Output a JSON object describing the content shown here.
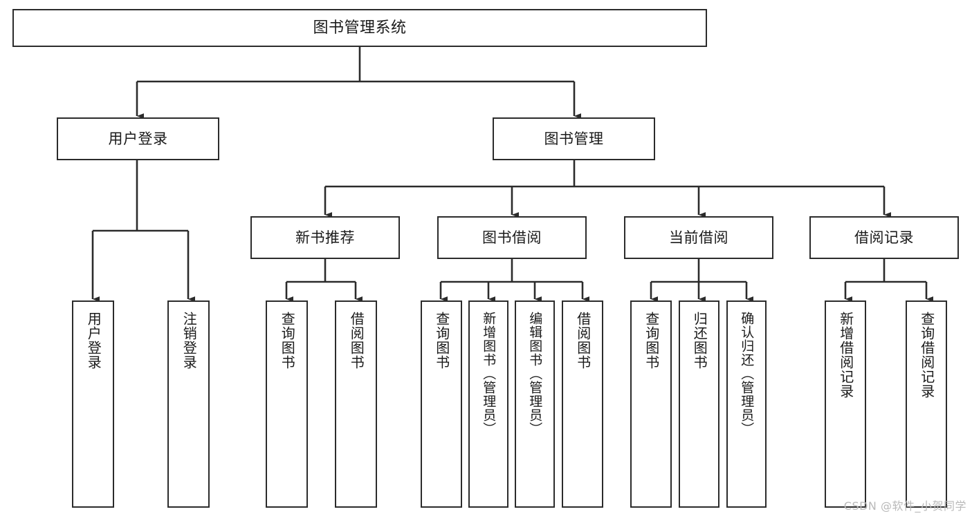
{
  "diagram": {
    "type": "tree-hierarchy-chart",
    "title": "图书管理系统",
    "background_color": "#ffffff",
    "line_color": "#2b2b2b",
    "text_color": "#1a1a1a",
    "levels": [
      {
        "level": 1,
        "nodes": [
          {
            "id": "root",
            "label": "图书管理系统",
            "orientation": "horizontal"
          }
        ]
      },
      {
        "level": 2,
        "nodes": [
          {
            "id": "user-login",
            "label": "用户登录",
            "orientation": "horizontal"
          },
          {
            "id": "book-manage",
            "label": "图书管理",
            "orientation": "horizontal"
          }
        ]
      },
      {
        "level": 3,
        "nodes": [
          {
            "id": "new-book-rec",
            "label": "新书推荐",
            "orientation": "horizontal"
          },
          {
            "id": "book-borrow",
            "label": "图书借阅",
            "orientation": "horizontal"
          },
          {
            "id": "current-borrow",
            "label": "当前借阅",
            "orientation": "horizontal"
          },
          {
            "id": "borrow-record",
            "label": "借阅记录",
            "orientation": "horizontal"
          }
        ]
      },
      {
        "level": 4,
        "nodes": [
          {
            "id": "leaf-user-login",
            "label": "用户登录",
            "orientation": "vertical",
            "parent": "user-login"
          },
          {
            "id": "leaf-logout",
            "label": "注销登录",
            "orientation": "vertical",
            "parent": "user-login"
          },
          {
            "id": "leaf-query-book-1",
            "label": "查询图书",
            "orientation": "vertical",
            "parent": "new-book-rec"
          },
          {
            "id": "leaf-borrow-book-1",
            "label": "借阅图书",
            "orientation": "vertical",
            "parent": "new-book-rec"
          },
          {
            "id": "leaf-query-book-2",
            "label": "查询图书",
            "orientation": "vertical",
            "parent": "book-borrow"
          },
          {
            "id": "leaf-add-book",
            "label": "新增图书（管理员）",
            "orientation": "vertical",
            "parent": "book-borrow"
          },
          {
            "id": "leaf-edit-book",
            "label": "编辑图书（管理员）",
            "orientation": "vertical",
            "parent": "book-borrow"
          },
          {
            "id": "leaf-borrow-book-2",
            "label": "借阅图书",
            "orientation": "vertical",
            "parent": "book-borrow"
          },
          {
            "id": "leaf-query-book-3",
            "label": "查询图书",
            "orientation": "vertical",
            "parent": "current-borrow"
          },
          {
            "id": "leaf-return-book",
            "label": "归还图书",
            "orientation": "vertical",
            "parent": "current-borrow"
          },
          {
            "id": "leaf-confirm-return",
            "label": "确认归还（管理员）",
            "orientation": "vertical",
            "parent": "current-borrow"
          },
          {
            "id": "leaf-add-record",
            "label": "新增借阅记录",
            "orientation": "vertical",
            "parent": "borrow-record"
          },
          {
            "id": "leaf-query-record",
            "label": "查询借阅记录",
            "orientation": "vertical",
            "parent": "borrow-record"
          }
        ]
      }
    ]
  },
  "watermark": {
    "text": "CSDN @软件_小贺同学"
  }
}
